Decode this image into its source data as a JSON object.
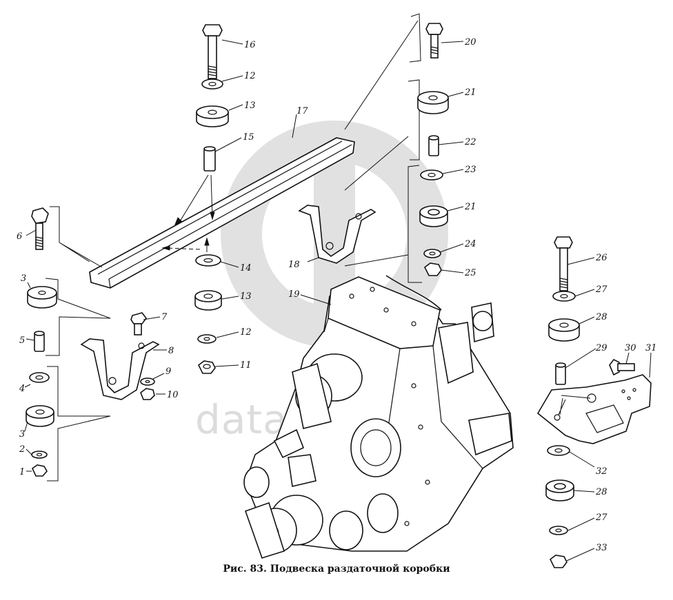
{
  "caption": "Рис. 83. Подвеска раздаточной коробки",
  "watermark": {
    "text": "datacparts",
    "color": "#d8d8d8"
  },
  "callouts": [
    {
      "id": "c16",
      "label": "16"
    },
    {
      "id": "c12a",
      "label": "12"
    },
    {
      "id": "c13a",
      "label": "13"
    },
    {
      "id": "c17",
      "label": "17"
    },
    {
      "id": "c15",
      "label": "15"
    },
    {
      "id": "c6",
      "label": "6"
    },
    {
      "id": "c14",
      "label": "14"
    },
    {
      "id": "c13b",
      "label": "13"
    },
    {
      "id": "c12b",
      "label": "12"
    },
    {
      "id": "c11",
      "label": "11"
    },
    {
      "id": "c3a",
      "label": "3"
    },
    {
      "id": "c5",
      "label": "5"
    },
    {
      "id": "c7",
      "label": "7"
    },
    {
      "id": "c8",
      "label": "8"
    },
    {
      "id": "c9",
      "label": "9"
    },
    {
      "id": "c10",
      "label": "10"
    },
    {
      "id": "c4",
      "label": "4"
    },
    {
      "id": "c3b",
      "label": "3"
    },
    {
      "id": "c2",
      "label": "2"
    },
    {
      "id": "c1",
      "label": "1"
    },
    {
      "id": "c20",
      "label": "20"
    },
    {
      "id": "c21a",
      "label": "21"
    },
    {
      "id": "c22",
      "label": "22"
    },
    {
      "id": "c23",
      "label": "23"
    },
    {
      "id": "c21b",
      "label": "21"
    },
    {
      "id": "c24",
      "label": "24"
    },
    {
      "id": "c25",
      "label": "25"
    },
    {
      "id": "c18",
      "label": "18"
    },
    {
      "id": "c19",
      "label": "19"
    },
    {
      "id": "c26",
      "label": "26"
    },
    {
      "id": "c27a",
      "label": "27"
    },
    {
      "id": "c28a",
      "label": "28"
    },
    {
      "id": "c29",
      "label": "29"
    },
    {
      "id": "c30",
      "label": "30"
    },
    {
      "id": "c31",
      "label": "31"
    },
    {
      "id": "c32",
      "label": "32"
    },
    {
      "id": "c28b",
      "label": "28"
    },
    {
      "id": "c27b",
      "label": "27"
    },
    {
      "id": "c33",
      "label": "33"
    }
  ]
}
